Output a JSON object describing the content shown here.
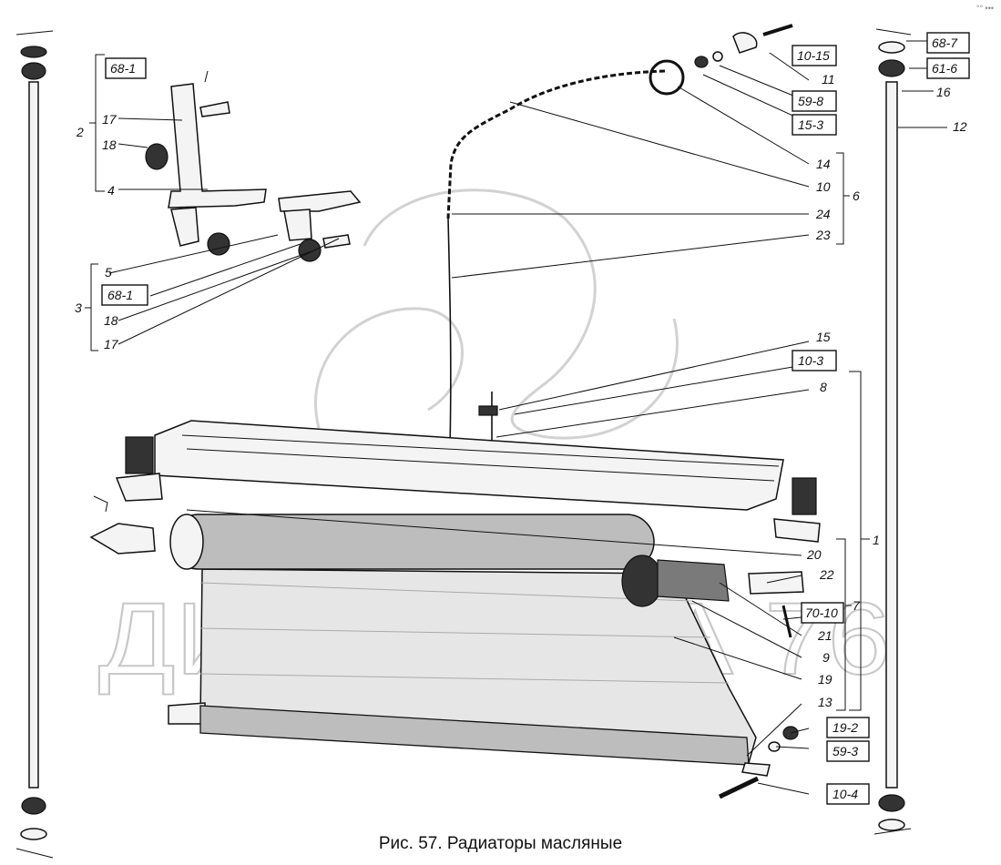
{
  "caption": "Рис. 57. Радиаторы масляные",
  "watermark": "ДИНАМИКА 76",
  "corner_mark": "°° •••",
  "callouts": {
    "c68_1_top": "68-1",
    "c17_top": "17",
    "c18_top": "18",
    "c2": "2",
    "c4": "4",
    "c5": "5",
    "c68_1_low": "68-1",
    "c3": "3",
    "c18_low": "18",
    "c17_low": "17",
    "c10_15": "10-15",
    "c11": "11",
    "c59_8": "59-8",
    "c15_3": "15-3",
    "c14": "14",
    "c10_chain": "10",
    "c6": "6",
    "c24": "24",
    "c23": "23",
    "c15": "15",
    "c10_3": "10-3",
    "c8": "8",
    "c1": "1",
    "c20": "20",
    "c22": "22",
    "c70_10": "70-10",
    "c7": "7",
    "c21": "21",
    "c9": "9",
    "c19": "19",
    "c13": "13",
    "c19_2": "19-2",
    "c59_3": "59-3",
    "c10_4": "10-4",
    "c68_7": "68-7",
    "c61_6": "61-6",
    "c16": "16",
    "c12": "12"
  }
}
